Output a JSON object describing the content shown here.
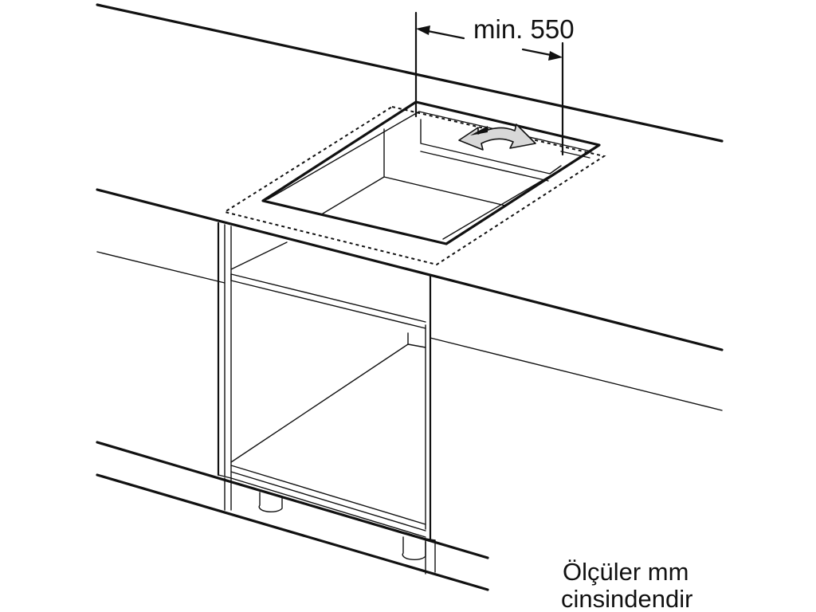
{
  "dimension": {
    "label": "min. 550"
  },
  "note": {
    "line1": "Ölçüler mm",
    "line2": "cinsindendir"
  },
  "colors": {
    "ink": "#111111",
    "background": "#ffffff",
    "arrow_fill": "#d8d8d8"
  },
  "icons": [
    "double-arrow-icon",
    "dimension-arrow-icon"
  ]
}
